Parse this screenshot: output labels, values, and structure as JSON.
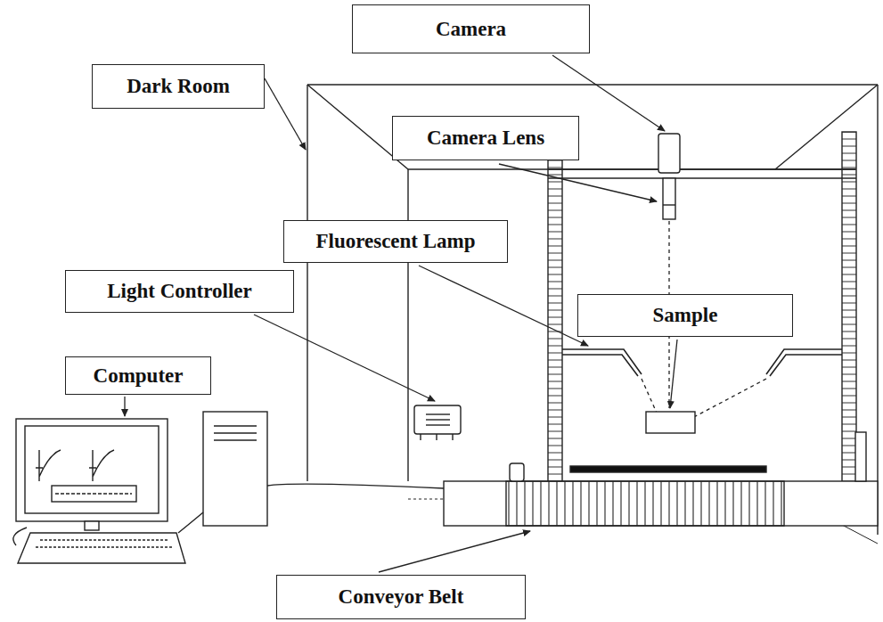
{
  "diagram": {
    "nodes": [
      {
        "text": [
          "Camera"
        ]
      },
      {
        "text": [
          "Dark Room"
        ]
      },
      {
        "text": [
          "Camera Lens"
        ]
      },
      {
        "text": [
          "Fluorescent Lamp"
        ]
      },
      {
        "text": [
          "Light Controller"
        ]
      },
      {
        "text": [
          "Sample"
        ]
      },
      {
        "text": [
          "Computer"
        ]
      },
      {
        "text": [
          "Conveyor Belt"
        ]
      }
    ]
  }
}
